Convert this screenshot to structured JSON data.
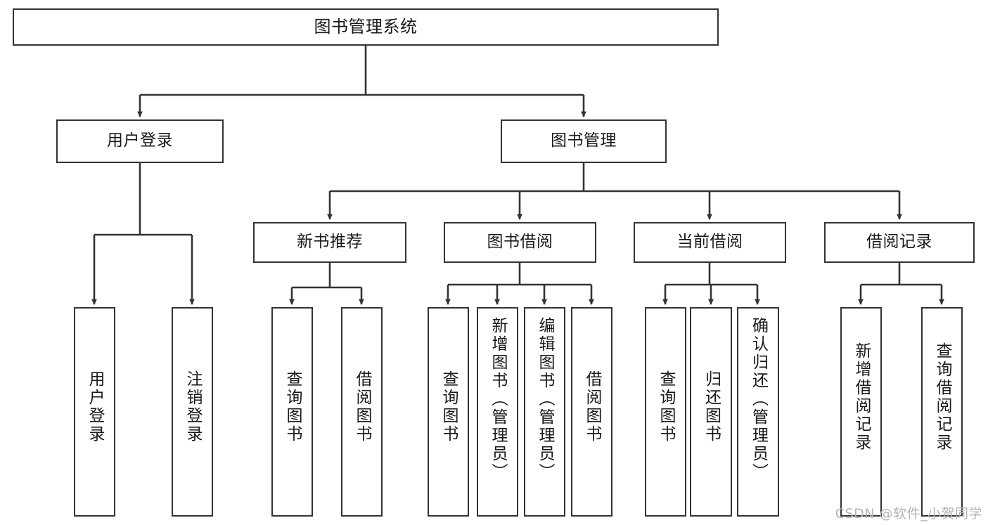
{
  "diagram": {
    "title": "图书管理系统",
    "type": "tree-hierarchy-diagram",
    "colors": {
      "box_border": "#333333",
      "box_fill": "#ffffff",
      "edge": "#333333",
      "text": "#1a1a1a",
      "watermark": "#b4b4b4",
      "background": "#ffffff"
    },
    "root": {
      "label": "图书管理系统"
    },
    "level2": [
      {
        "label": "用户登录"
      },
      {
        "label": "图书管理"
      }
    ],
    "level3": [
      {
        "label": "新书推荐"
      },
      {
        "label": "图书借阅"
      },
      {
        "label": "当前借阅"
      },
      {
        "label": "借阅记录"
      }
    ],
    "leaves": {
      "user_login": [
        {
          "label": "用户登录"
        },
        {
          "label": "注销登录"
        }
      ],
      "new_book_recommend": [
        {
          "label": "查询图书"
        },
        {
          "label": "借阅图书"
        }
      ],
      "book_borrow": [
        {
          "label": "查询图书"
        },
        {
          "label": "新增图书（管理员）"
        },
        {
          "label": "编辑图书（管理员）"
        },
        {
          "label": "借阅图书"
        }
      ],
      "current_borrow": [
        {
          "label": "查询图书"
        },
        {
          "label": "归还图书"
        },
        {
          "label": "确认归还（管理员）"
        }
      ],
      "borrow_record": [
        {
          "label": "新增借阅记录"
        },
        {
          "label": "查询借阅记录"
        }
      ]
    }
  },
  "watermark": {
    "text": "CSDN @软件_小贺同学"
  }
}
